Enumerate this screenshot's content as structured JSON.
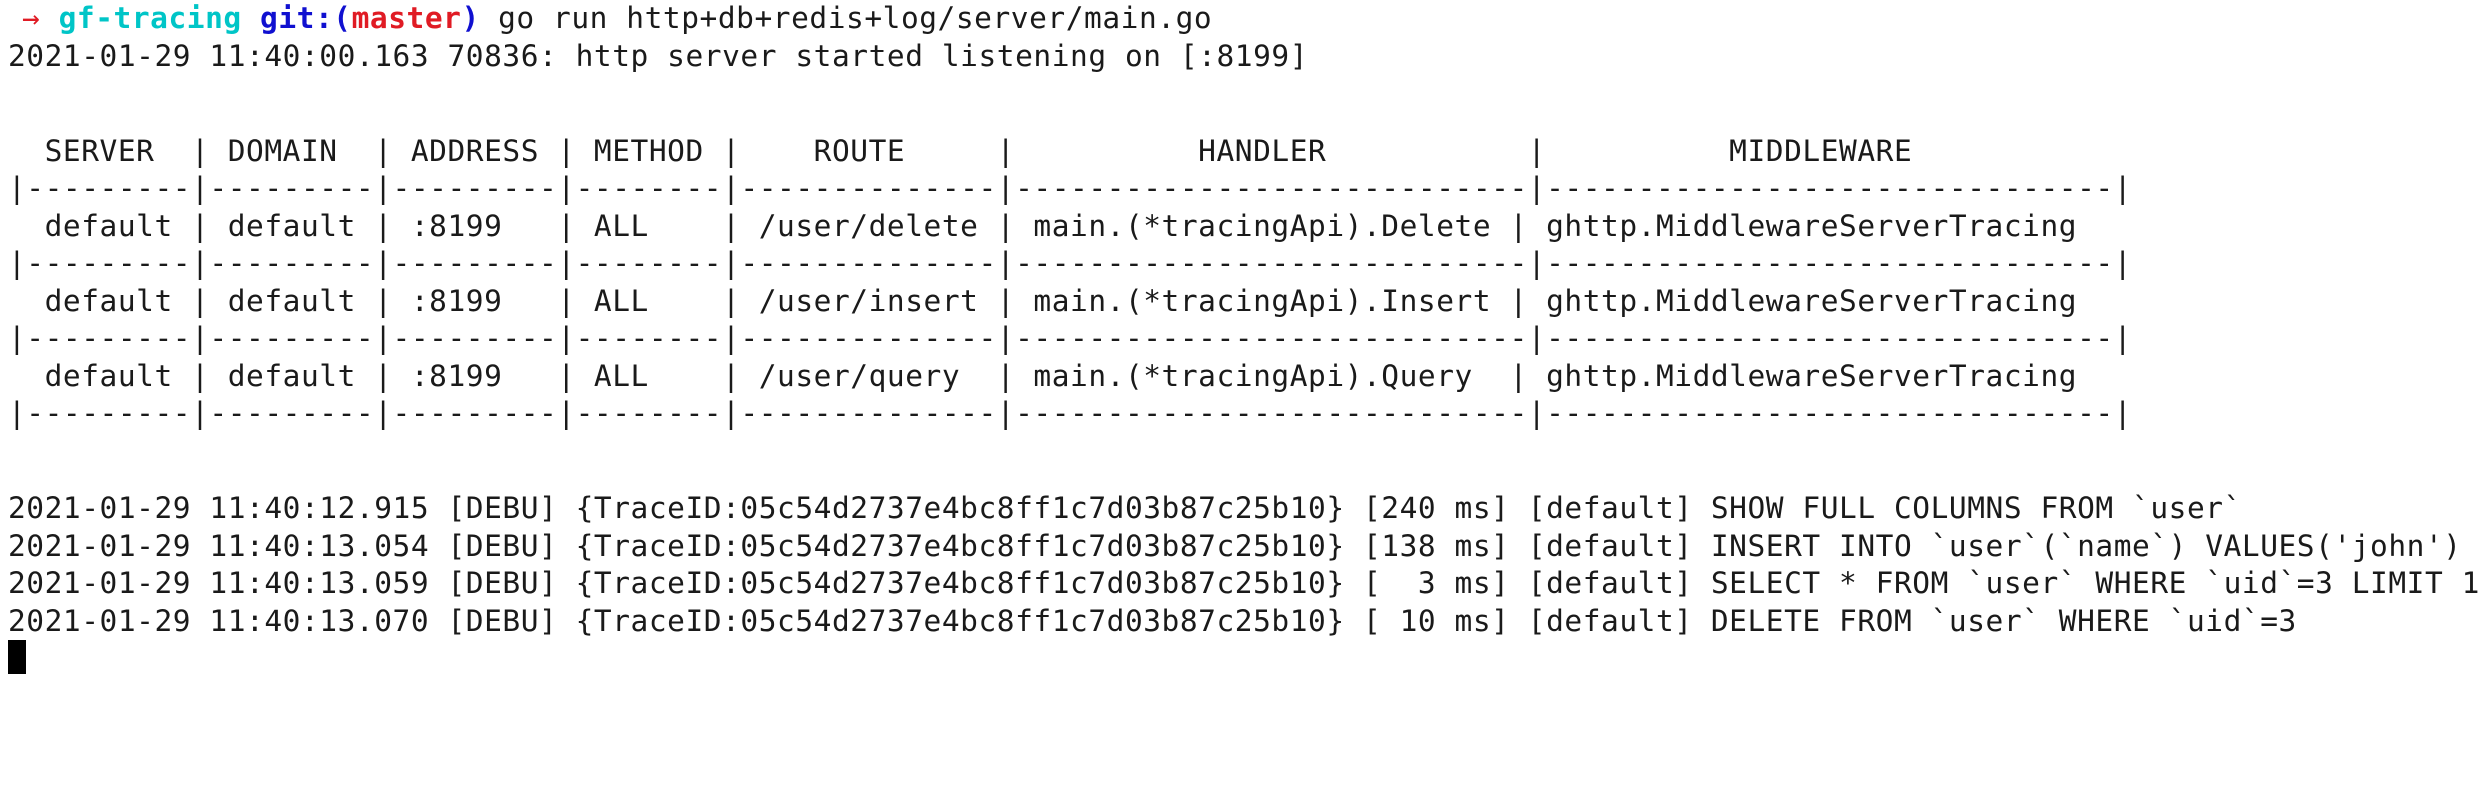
{
  "terminal": {
    "prompt": {
      "arrow": "→",
      "repo": "gf-tracing",
      "git_prefix": "git:(",
      "branch": "master",
      "git_suffix": ")",
      "command": "go run http+db+redis+log/server/main.go"
    },
    "startup_line": "2021-01-29 11:40:00.163 70836: http server started listening on [:8199]",
    "route_table": {
      "header": "  SERVER  | DOMAIN  | ADDRESS | METHOD |    ROUTE     |          HANDLER           |          MIDDLEWARE           ",
      "separator": "|---------|---------|---------|--------|--------------|----------------------------|-------------------------------|",
      "columns": [
        "SERVER",
        "DOMAIN",
        "ADDRESS",
        "METHOD",
        "ROUTE",
        "HANDLER",
        "MIDDLEWARE"
      ],
      "rows": [
        {
          "line": "  default | default | :8199   | ALL    | /user/delete | main.(*tracingApi).Delete | ghttp.MiddlewareServerTracing ",
          "server": "default",
          "domain": "default",
          "address": ":8199",
          "method": "ALL",
          "route": "/user/delete",
          "handler": "main.(*tracingApi).Delete",
          "middleware": "ghttp.MiddlewareServerTracing"
        },
        {
          "line": "  default | default | :8199   | ALL    | /user/insert | main.(*tracingApi).Insert | ghttp.MiddlewareServerTracing ",
          "server": "default",
          "domain": "default",
          "address": ":8199",
          "method": "ALL",
          "route": "/user/insert",
          "handler": "main.(*tracingApi).Insert",
          "middleware": "ghttp.MiddlewareServerTracing"
        },
        {
          "line": "  default | default | :8199   | ALL    | /user/query  | main.(*tracingApi).Query  | ghttp.MiddlewareServerTracing ",
          "server": "default",
          "domain": "default",
          "address": ":8199",
          "method": "ALL",
          "route": "/user/query",
          "handler": "main.(*tracingApi).Query",
          "middleware": "ghttp.MiddlewareServerTracing"
        }
      ]
    },
    "log_lines": [
      {
        "line": "2021-01-29 11:40:12.915 [DEBU] {TraceID:05c54d2737e4bc8ff1c7d03b87c25b10} [240 ms] [default] SHOW FULL COLUMNS FROM `user`",
        "timestamp": "2021-01-29 11:40:12.915",
        "level": "[DEBU]",
        "trace_id": "{TraceID:05c54d2737e4bc8ff1c7d03b87c25b10}",
        "duration": "[240 ms]",
        "group": "[default]",
        "sql": "SHOW FULL COLUMNS FROM `user`"
      },
      {
        "line": "2021-01-29 11:40:13.054 [DEBU] {TraceID:05c54d2737e4bc8ff1c7d03b87c25b10} [138 ms] [default] INSERT INTO `user`(`name`) VALUES('john')",
        "timestamp": "2021-01-29 11:40:13.054",
        "level": "[DEBU]",
        "trace_id": "{TraceID:05c54d2737e4bc8ff1c7d03b87c25b10}",
        "duration": "[138 ms]",
        "group": "[default]",
        "sql": "INSERT INTO `user`(`name`) VALUES('john')"
      },
      {
        "line": "2021-01-29 11:40:13.059 [DEBU] {TraceID:05c54d2737e4bc8ff1c7d03b87c25b10} [  3 ms] [default] SELECT * FROM `user` WHERE `uid`=3 LIMIT 1",
        "timestamp": "2021-01-29 11:40:13.059",
        "level": "[DEBU]",
        "trace_id": "{TraceID:05c54d2737e4bc8ff1c7d03b87c25b10}",
        "duration": "[  3 ms]",
        "group": "[default]",
        "sql": "SELECT * FROM `user` WHERE `uid`=3 LIMIT 1"
      },
      {
        "line": "2021-01-29 11:40:13.070 [DEBU] {TraceID:05c54d2737e4bc8ff1c7d03b87c25b10} [ 10 ms] [default] DELETE FROM `user` WHERE `uid`=3",
        "timestamp": "2021-01-29 11:40:13.070",
        "level": "[DEBU]",
        "trace_id": "{TraceID:05c54d2737e4bc8ff1c7d03b87c25b10}",
        "duration": "[ 10 ms]",
        "group": "[default]",
        "sql": "DELETE FROM `user` WHERE `uid`=3"
      }
    ],
    "colors": {
      "background": "#ffffff",
      "foreground": "#1a1a1a",
      "arrow": "#e01b24",
      "repo": "#00c5c7",
      "git": "#1010d0",
      "branch": "#e01b24",
      "cursor": "#000000"
    }
  }
}
